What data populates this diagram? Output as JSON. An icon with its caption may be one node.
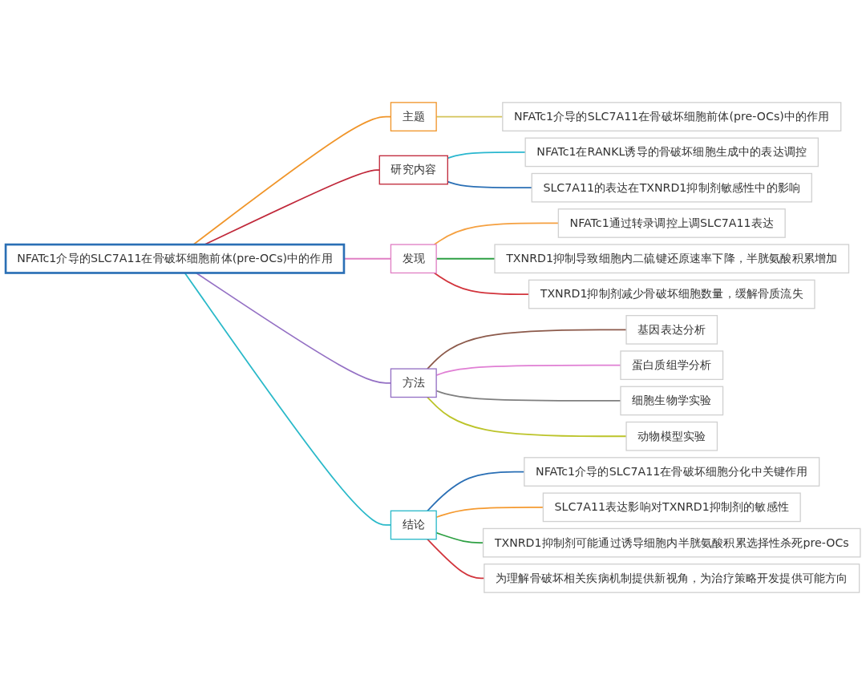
{
  "diagram": {
    "nodes": [
      {
        "text": [
          "NFATc1介导的SLC7A11在骨破坏细胞前体(pre-OCs)中的作用"
        ]
      },
      {
        "text": [
          "主题"
        ]
      },
      {
        "text": [
          "NFATc1介导的SLC7A11在骨破坏细胞前体(pre-OCs)中的作用"
        ]
      },
      {
        "text": [
          "研究内容"
        ]
      },
      {
        "text": [
          "NFATc1在RANKL诱导的骨破坏细胞生成中的表达调控"
        ]
      },
      {
        "text": [
          "SLC7A11的表达在TXNRD1抑制剂敏感性中的影响"
        ]
      },
      {
        "text": [
          "发现"
        ]
      },
      {
        "text": [
          "NFATc1通过转录调控上调SLC7A11表达"
        ]
      },
      {
        "text": [
          "TXNRD1抑制导致细胞内二硫键还原速率下降，半胱氨酸积累增加"
        ]
      },
      {
        "text": [
          "TXNRD1抑制剂减少骨破坏细胞数量，缓解骨质流失"
        ]
      },
      {
        "text": [
          "方法"
        ]
      },
      {
        "text": [
          "基因表达分析"
        ]
      },
      {
        "text": [
          "蛋白质组学分析"
        ]
      },
      {
        "text": [
          "细胞生物学实验"
        ]
      },
      {
        "text": [
          "动物模型实验"
        ]
      },
      {
        "text": [
          "结论"
        ]
      },
      {
        "text": [
          "NFATc1介导的SLC7A11在骨破坏细胞分化中关键作用"
        ]
      },
      {
        "text": [
          "SLC7A11表达影响对TXNRD1抑制剂的敏感性"
        ]
      },
      {
        "text": [
          "TXNRD1抑制剂可能通过诱导细胞内半胱氨酸积累选择性杀死pre-OCs"
        ]
      },
      {
        "text": [
          "为理解骨破坏相关疾病机制提供新视角，为治疗策略开发提供可能方向"
        ]
      }
    ],
    "edges": [
      {
        "from": 0,
        "to": 1,
        "arrow": "none",
        "color": "#f0952a"
      },
      {
        "from": 1,
        "to": 2,
        "arrow": "none",
        "color": "#d4c35a"
      },
      {
        "from": 0,
        "to": 3,
        "arrow": "none",
        "color": "#c0283a"
      },
      {
        "from": 3,
        "to": 4,
        "arrow": "none",
        "color": "#2ab7cf"
      },
      {
        "from": 3,
        "to": 5,
        "arrow": "none",
        "color": "#2a6fb5"
      },
      {
        "from": 0,
        "to": 6,
        "arrow": "none",
        "color": "#e07fc4"
      },
      {
        "from": 6,
        "to": 7,
        "arrow": "none",
        "color": "#f5a040"
      },
      {
        "from": 6,
        "to": 8,
        "arrow": "none",
        "color": "#2ea043"
      },
      {
        "from": 6,
        "to": 9,
        "arrow": "none",
        "color": "#d2343c"
      },
      {
        "from": 0,
        "to": 10,
        "arrow": "none",
        "color": "#9470c4"
      },
      {
        "from": 10,
        "to": 11,
        "arrow": "none",
        "color": "#8c5a4b"
      },
      {
        "from": 10,
        "to": 12,
        "arrow": "none",
        "color": "#e07fd4"
      },
      {
        "from": 10,
        "to": 13,
        "arrow": "none",
        "color": "#7f7f7f"
      },
      {
        "from": 10,
        "to": 14,
        "arrow": "none",
        "color": "#bcc42a"
      },
      {
        "from": 0,
        "to": 15,
        "arrow": "none",
        "color": "#2ab9c9"
      },
      {
        "from": 15,
        "to": 16,
        "arrow": "none",
        "color": "#2a6fb5"
      },
      {
        "from": 15,
        "to": 17,
        "arrow": "none",
        "color": "#f59a30"
      },
      {
        "from": 15,
        "to": 18,
        "arrow": "none",
        "color": "#2ea043"
      },
      {
        "from": 15,
        "to": 19,
        "arrow": "none",
        "color": "#d2343c"
      }
    ]
  }
}
